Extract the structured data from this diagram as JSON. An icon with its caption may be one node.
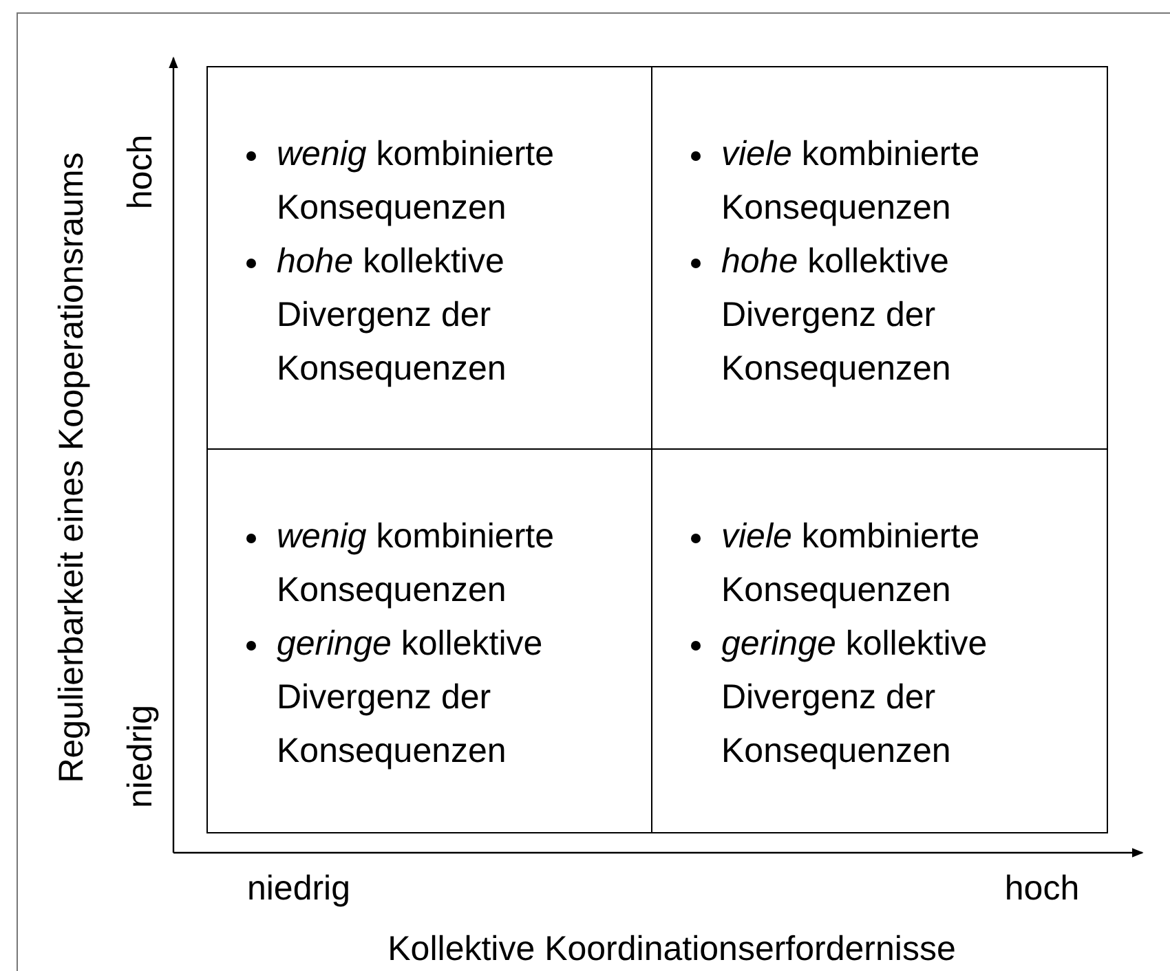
{
  "diagram": {
    "nodes": [
      {
        "text": [
          "*wenig* kombinierte Konsequenzen",
          "*hohe* kollektive Divergenz der Konsequenzen"
        ]
      },
      {
        "text": [
          "*viele* kombinierte Konsequenzen",
          "*hohe* kollektive Divergenz der Konsequenzen"
        ]
      },
      {
        "text": [
          "*wenig* kombinierte Konsequenzen",
          "*geringe* kollektive Divergenz der Konsequenzen"
        ]
      },
      {
        "text": [
          "*viele* kombinierte Konsequenzen",
          "*geringe* kollektive Divergenz der Konsequenzen"
        ]
      }
    ],
    "labels": [
      "Regulierbarkeit eines Kooperationsraums",
      "hoch",
      "niedrig",
      "niedrig",
      "hoch",
      "Kollektive Koordinationserfordernisse"
    ]
  }
}
